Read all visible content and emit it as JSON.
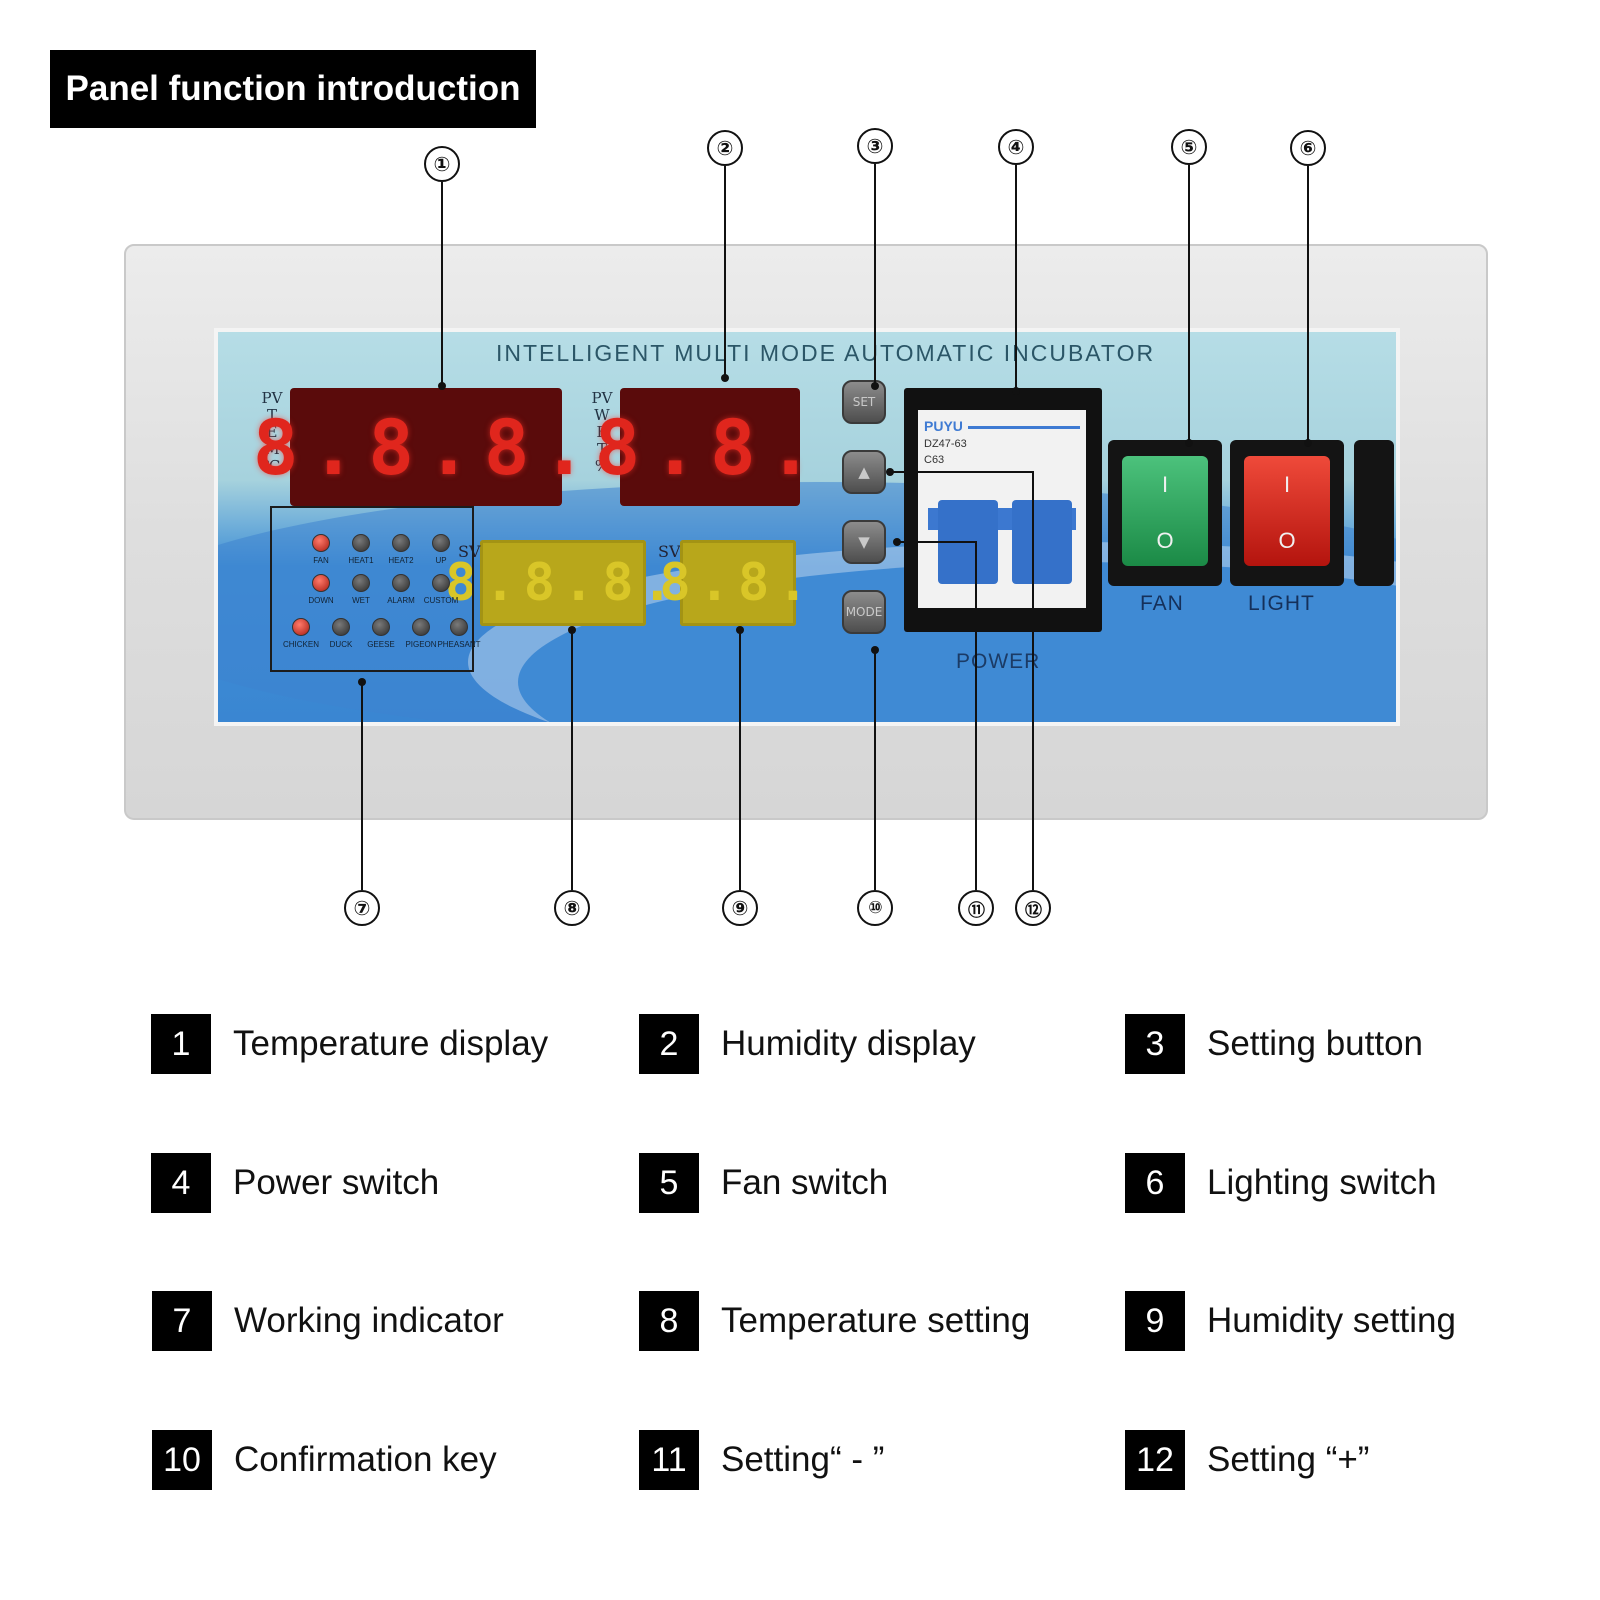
{
  "title": "Panel function introduction",
  "panel": {
    "heading": "INTELLIGENT MULTI MODE AUTOMATIC INCUBATOR",
    "temp_label": "PV T E M ℃",
    "hum_label": "PV W E T %",
    "temp_pv": "8.8.8.",
    "hum_pv": "8.8.",
    "temp_sv": "8.8.8.",
    "hum_sv": "8.8.",
    "sv_label": "SV",
    "indicators": [
      "FAN",
      "HEAT1",
      "HEAT2",
      "UP",
      "DOWN",
      "WET",
      "ALARM",
      "CUSTOM",
      "CHICKEN",
      "DUCK",
      "GEESE",
      "PIGEON",
      "PHEASANT"
    ],
    "buttons": {
      "set": "SET",
      "up": "▲",
      "down": "▼",
      "mode": "MODE"
    },
    "breaker": {
      "brand": "PUYU",
      "model": "DZ47-63",
      "rating": "C63"
    },
    "power_label": "POWER",
    "fan_label": "FAN",
    "light_label": "LIGHT",
    "rocker_on": "I",
    "rocker_off": "O"
  },
  "callouts": [
    "①",
    "②",
    "③",
    "④",
    "⑤",
    "⑥",
    "⑦",
    "⑧",
    "⑨",
    "⑩",
    "⑪",
    "⑫"
  ],
  "legend": [
    {
      "num": "1",
      "text": "Temperature display"
    },
    {
      "num": "2",
      "text": "Humidity display"
    },
    {
      "num": "3",
      "text": "Setting button"
    },
    {
      "num": "4",
      "text": "Power switch"
    },
    {
      "num": "5",
      "text": "Fan switch"
    },
    {
      "num": "6",
      "text": "Lighting switch"
    },
    {
      "num": "7",
      "text": "Working indicator"
    },
    {
      "num": "8",
      "text": "Temperature setting"
    },
    {
      "num": "9",
      "text": "Humidity setting"
    },
    {
      "num": "10",
      "text": "Confirmation key"
    },
    {
      "num": "11",
      "text": "Setting“ - ”"
    },
    {
      "num": "12",
      "text": "Setting “+”"
    }
  ]
}
